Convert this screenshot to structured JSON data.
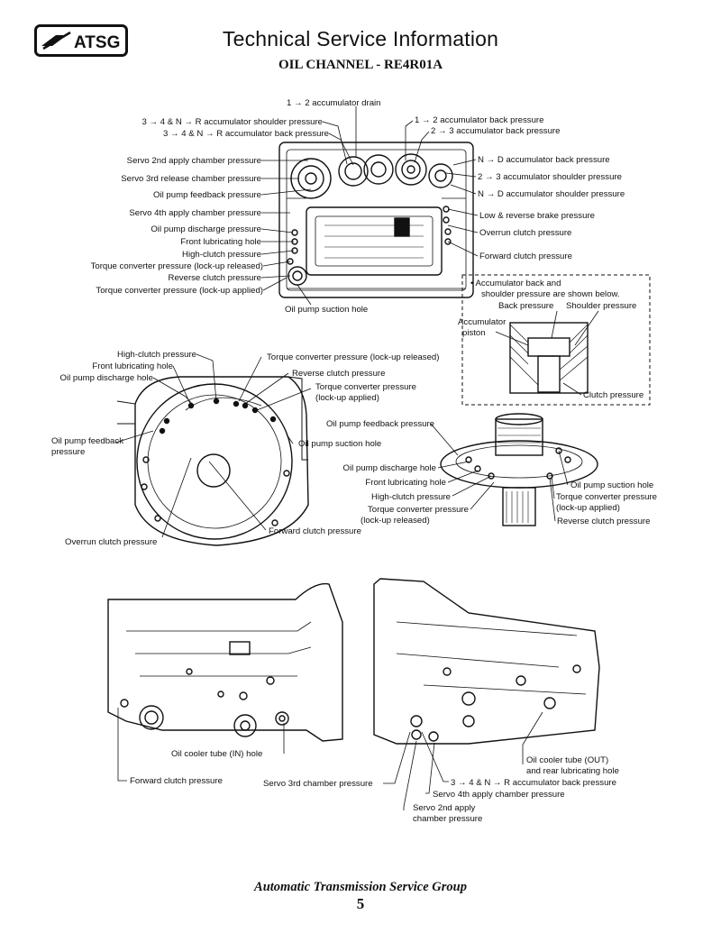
{
  "header": {
    "logo_text": "ATSG",
    "title": "Technical Service Information",
    "subtitle": "OIL CHANNEL - RE4R01A"
  },
  "valve_body": {
    "top": "1 → 2 accumulator drain",
    "left": [
      "3 → 4 & N → R accumulator shoulder pressure",
      "3 → 4 & N → R accumulator back pressure",
      "Servo 2nd apply chamber pressure",
      "Servo 3rd release chamber pressure",
      "Oil pump feedback pressure",
      "Servo 4th apply chamber pressure",
      "Oil pump discharge pressure",
      "Front lubricating hole",
      "High-clutch pressure",
      "Torque converter pressure (lock-up released)",
      "Reverse clutch pressure",
      "Torque converter pressure (lock-up applied)"
    ],
    "right": [
      "1 → 2 accumulator back pressure",
      "2 → 3 accumulator back pressure",
      "N → D accumulator back pressure",
      "2 → 3 accumulator shoulder pressure",
      "N → D accumulator shoulder pressure",
      "Low & reverse brake pressure",
      "Overrun clutch pressure",
      "Forward clutch pressure"
    ],
    "bottom": "Oil pump suction hole"
  },
  "accumulator_box": {
    "note_line1": "• Accumulator back and",
    "note_line2": "shoulder pressure are shown below.",
    "back_pressure": "Back pressure",
    "shoulder_pressure": "Shoulder pressure",
    "piston_line1": "Accumulator",
    "piston_line2": "piston",
    "clutch_pressure": "Clutch pressure"
  },
  "case_front": {
    "high_clutch": "High-clutch pressure",
    "front_lub": "Front lubricating hole",
    "pump_discharge": "Oil pump discharge hole",
    "feedback_line1": "Oil pump feedback",
    "feedback_line2": "pressure",
    "overrun": "Overrun clutch pressure",
    "tc_released": "Torque converter pressure (lock-up released)",
    "reverse": "Reverse clutch pressure",
    "tc_applied_line1": "Torque converter pressure",
    "tc_applied_line2": "(lock-up applied)",
    "suction": "Oil pump suction hole",
    "forward": "Forward clutch pressure"
  },
  "pump": {
    "feedback": "Oil pump feedback pressure",
    "discharge": "Oil pump discharge hole",
    "front_lub": "Front lubricating hole",
    "high_clutch": "High-clutch pressure",
    "tc_released_line1": "Torque converter pressure",
    "tc_released_line2": "(lock-up released)",
    "suction": "Oil pump suction hole",
    "tc_applied_line1": "Torque converter pressure",
    "tc_applied_line2": "(lock-up applied)",
    "reverse": "Reverse clutch pressure"
  },
  "case_side": {
    "cooler_in": "Oil cooler tube (IN) hole",
    "forward": "Forward clutch pressure",
    "servo3": "Servo 3rd chamber pressure",
    "servo2_line1": "Servo 2nd apply",
    "servo2_line2": "chamber pressure",
    "cooler_out_line1": "Oil cooler tube (OUT)",
    "cooler_out_line2": "and rear lubricating hole",
    "accum34": "3 → 4 & N → R accumulator back pressure",
    "servo4": "Servo 4th apply chamber pressure"
  },
  "footer": {
    "org": "Automatic Transmission Service Group",
    "page_number": "5"
  }
}
